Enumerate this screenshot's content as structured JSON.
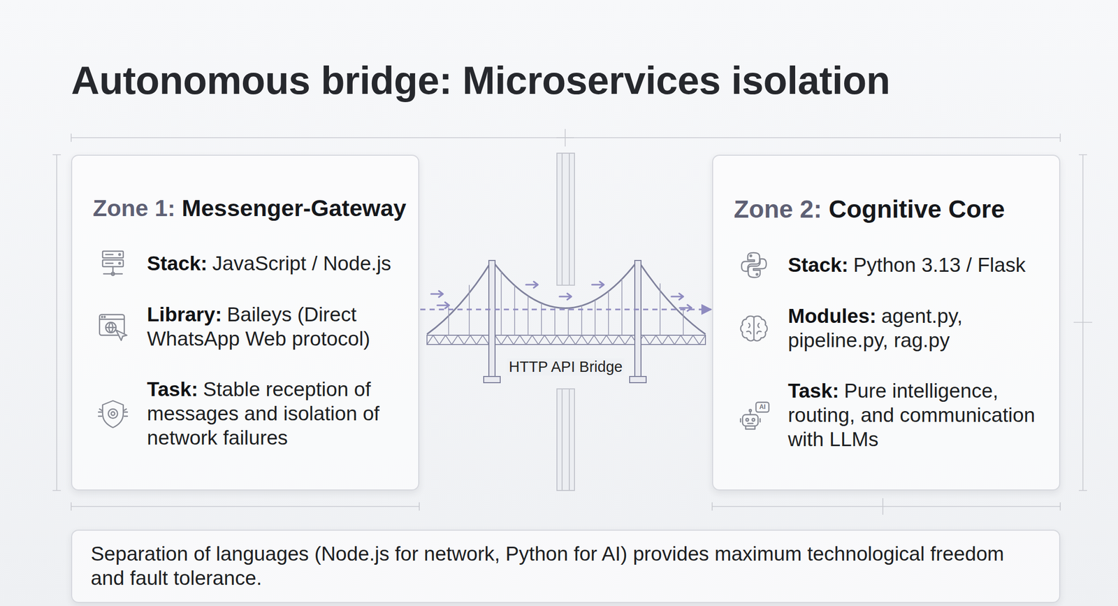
{
  "diagram": {
    "title": "Autonomous bridge: Microservices isolation",
    "nodes": [
      {
        "text": [
          "Zone 1:",
          "Messenger-Gateway",
          "Stack:",
          "JavaScript / Node.js",
          "Library:",
          "Baileys (Direct WhatsApp Web protocol)",
          "Task:",
          "Stable reception of messages and isolation of network failures"
        ]
      },
      {
        "text": [
          "Zone 2:",
          "Cognitive Core",
          "Stack:",
          "Python 3.13 / Flask",
          "Modules:",
          "agent.py, pipeline.py, rag.py",
          "Task:",
          "Pure intelligence, routing, and communication with LLMs"
        ]
      },
      {
        "text": [
          "Separation of languages (Node.js for network, Python for AI) provides maximum technological freedom and fault tolerance."
        ]
      }
    ],
    "edges": [
      {
        "from": 0,
        "to": 1,
        "arrow": "to",
        "label": "HTTP API Bridge"
      }
    ],
    "labels": [
      "AI"
    ]
  }
}
